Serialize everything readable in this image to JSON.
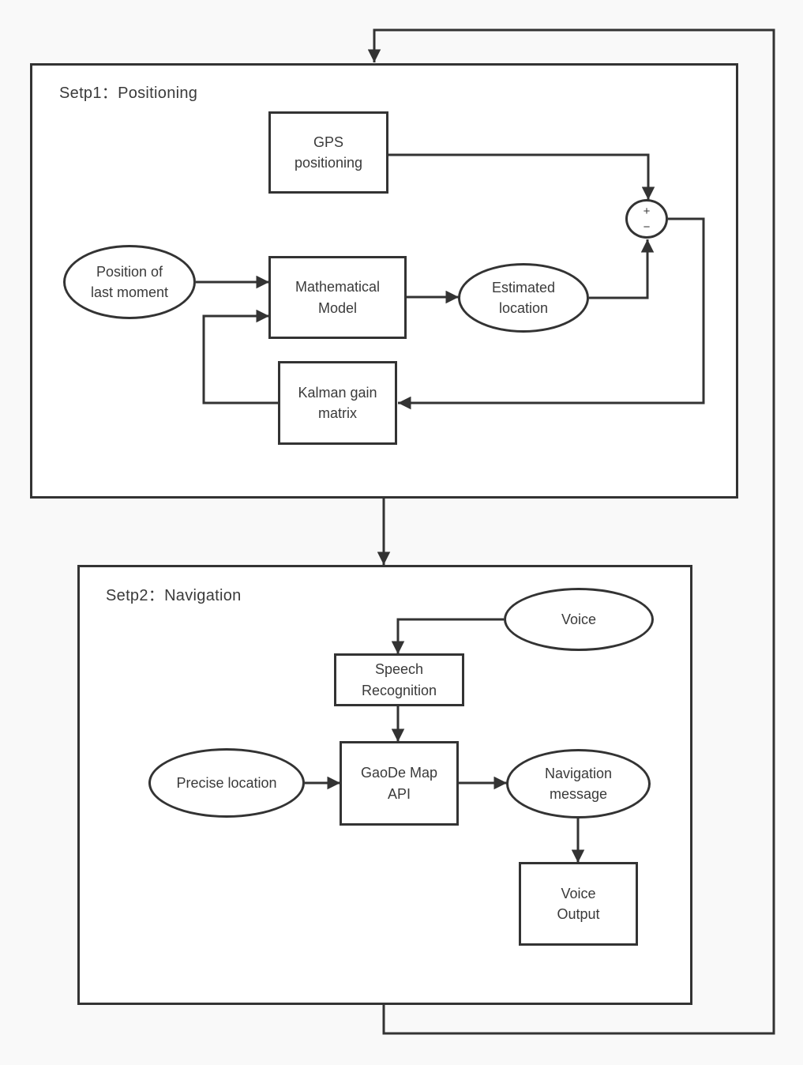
{
  "colors": {
    "background": "#f9f9f9",
    "stroke": "#333333",
    "node_fill": "#ffffff",
    "text": "#3a3a3a"
  },
  "step1": {
    "title": "Setp1：Positioning",
    "nodes": {
      "gps": {
        "label": "GPS\npositioning"
      },
      "position_last": {
        "label": "Position of\nlast moment"
      },
      "math_model": {
        "label": "Mathematical\nModel"
      },
      "estimated": {
        "label": "Estimated\nlocation"
      },
      "kalman": {
        "label": "Kalman gain\nmatrix"
      },
      "sum": {
        "plus": "+",
        "minus": "−"
      }
    }
  },
  "step2": {
    "title": "Setp2：Navigation",
    "nodes": {
      "voice": {
        "label": "Voice"
      },
      "speech": {
        "label": "Speech\nRecognition"
      },
      "precise": {
        "label": "Precise location"
      },
      "gaode": {
        "label": "GaoDe Map\nAPI"
      },
      "nav_message": {
        "label": "Navigation\nmessage"
      },
      "voice_output": {
        "label": "Voice\nOutput"
      }
    }
  },
  "edges": [
    {
      "from": "gps-positioning",
      "to": "summing-junction",
      "port": "+"
    },
    {
      "from": "position-of-last-moment",
      "to": "mathematical-model"
    },
    {
      "from": "mathematical-model",
      "to": "estimated-location"
    },
    {
      "from": "estimated-location",
      "to": "summing-junction",
      "port": "−"
    },
    {
      "from": "summing-junction",
      "to": "kalman-gain-matrix"
    },
    {
      "from": "kalman-gain-matrix",
      "to": "mathematical-model"
    },
    {
      "from": "step1-positioning",
      "to": "step2-navigation"
    },
    {
      "from": "voice",
      "to": "speech-recognition"
    },
    {
      "from": "speech-recognition",
      "to": "gaode-map-api"
    },
    {
      "from": "precise-location",
      "to": "gaode-map-api"
    },
    {
      "from": "gaode-map-api",
      "to": "navigation-message"
    },
    {
      "from": "navigation-message",
      "to": "voice-output"
    },
    {
      "from": "step2-navigation",
      "to": "step1-positioning",
      "type": "feedback-loop"
    }
  ]
}
